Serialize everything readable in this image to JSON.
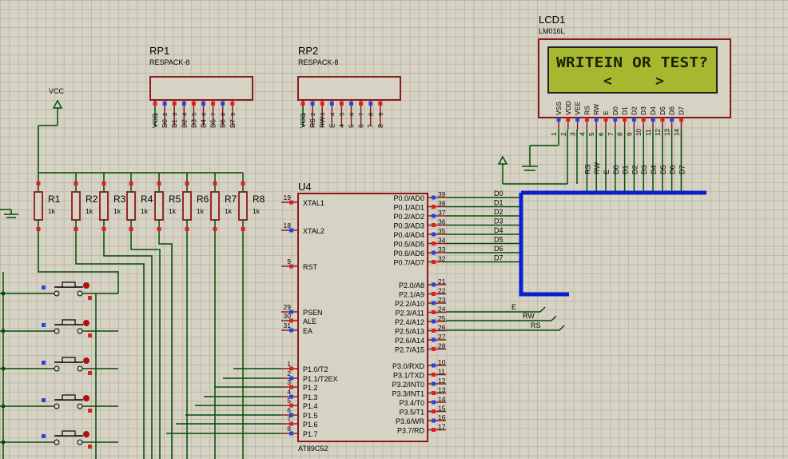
{
  "components": {
    "lcd": {
      "ref": "LCD1",
      "part": "LM016L",
      "line1": "WRITEIN OR TEST?",
      "line2": "<     >",
      "pins": [
        "VSS",
        "VDD",
        "VEE",
        "RS",
        "RW",
        "E",
        "D0",
        "D1",
        "D2",
        "D3",
        "D4",
        "D5",
        "D6",
        "D7"
      ],
      "pin_numbers": [
        "1",
        "2",
        "3",
        "4",
        "5",
        "6",
        "7",
        "8",
        "9",
        "10",
        "11",
        "12",
        "13",
        "14"
      ],
      "wire_labels": [
        "RS",
        "RW",
        "E",
        "D0",
        "D1",
        "D2",
        "D3",
        "D4",
        "D5",
        "D6",
        "D7"
      ]
    },
    "rp1": {
      "ref": "RP1",
      "part": "RESPACK-8",
      "pins": [
        "VCC",
        "D0",
        "D1",
        "D2",
        "D3",
        "D4",
        "D5",
        "D6",
        "D7"
      ],
      "pin_numbers": [
        "1",
        "2",
        "3",
        "4",
        "5",
        "6",
        "7",
        "8",
        "9"
      ]
    },
    "rp2": {
      "ref": "RP2",
      "part": "RESPACK-8",
      "pins": [
        "VCC",
        "RS",
        "RW",
        "E",
        "4",
        "5",
        "6",
        "7",
        "8"
      ],
      "pin_numbers": [
        "1",
        "2",
        "3",
        "4",
        "5",
        "6",
        "7",
        "8",
        "9"
      ]
    },
    "power": {
      "vcc": "VCC"
    },
    "resistors": [
      {
        "ref": "R1",
        "value": "1k"
      },
      {
        "ref": "R2",
        "value": "1k"
      },
      {
        "ref": "R3",
        "value": "1k"
      },
      {
        "ref": "R4",
        "value": "1k"
      },
      {
        "ref": "R5",
        "value": "1k"
      },
      {
        "ref": "R6",
        "value": "1k"
      },
      {
        "ref": "R7",
        "value": "1k"
      },
      {
        "ref": "R8",
        "value": "1k"
      }
    ],
    "mcu": {
      "ref": "U4",
      "part": "AT89C52",
      "left_pins": [
        {
          "num": "19",
          "name": "XTAL1"
        },
        {
          "num": "18",
          "name": "XTAL2"
        },
        {
          "num": "9",
          "name": "RST"
        },
        {
          "num": "29",
          "name": "PSEN"
        },
        {
          "num": "30",
          "name": "ALE"
        },
        {
          "num": "31",
          "name": "EA"
        },
        {
          "num": "1",
          "name": "P1.0/T2"
        },
        {
          "num": "2",
          "name": "P1.1/T2EX"
        },
        {
          "num": "3",
          "name": "P1.2"
        },
        {
          "num": "4",
          "name": "P1.3"
        },
        {
          "num": "5",
          "name": "P1.4"
        },
        {
          "num": "6",
          "name": "P1.5"
        },
        {
          "num": "7",
          "name": "P1.6"
        },
        {
          "num": "8",
          "name": "P1.7"
        }
      ],
      "right_pins": [
        {
          "num": "39",
          "name": "P0.0/AD0"
        },
        {
          "num": "38",
          "name": "P0.1/AD1"
        },
        {
          "num": "37",
          "name": "P0.2/AD2"
        },
        {
          "num": "36",
          "name": "P0.3/AD3"
        },
        {
          "num": "35",
          "name": "P0.4/AD4"
        },
        {
          "num": "34",
          "name": "P0.5/AD5"
        },
        {
          "num": "33",
          "name": "P0.6/AD6"
        },
        {
          "num": "32",
          "name": "P0.7/AD7"
        },
        {
          "num": "21",
          "name": "P2.0/A8"
        },
        {
          "num": "22",
          "name": "P2.1/A9"
        },
        {
          "num": "23",
          "name": "P2.2/A10"
        },
        {
          "num": "24",
          "name": "P2.3/A11"
        },
        {
          "num": "25",
          "name": "P2.4/A12"
        },
        {
          "num": "26",
          "name": "P2.5/A13"
        },
        {
          "num": "27",
          "name": "P2.6/A14"
        },
        {
          "num": "28",
          "name": "P2.7/A15"
        },
        {
          "num": "10",
          "name": "P3.0/RXD"
        },
        {
          "num": "11",
          "name": "P3.1/TXD"
        },
        {
          "num": "12",
          "name": "P3.2/INT0"
        },
        {
          "num": "13",
          "name": "P3.3/INT1"
        },
        {
          "num": "14",
          "name": "P3.4/T0"
        },
        {
          "num": "15",
          "name": "P3.5/T1"
        },
        {
          "num": "16",
          "name": "P3.6/WR"
        },
        {
          "num": "17",
          "name": "P3.7/RD"
        }
      ]
    },
    "data_bus_labels": [
      "D0",
      "D1",
      "D2",
      "D3",
      "D4",
      "D5",
      "D6",
      "D7"
    ],
    "control_labels": [
      "E",
      "RW",
      "RS"
    ]
  }
}
